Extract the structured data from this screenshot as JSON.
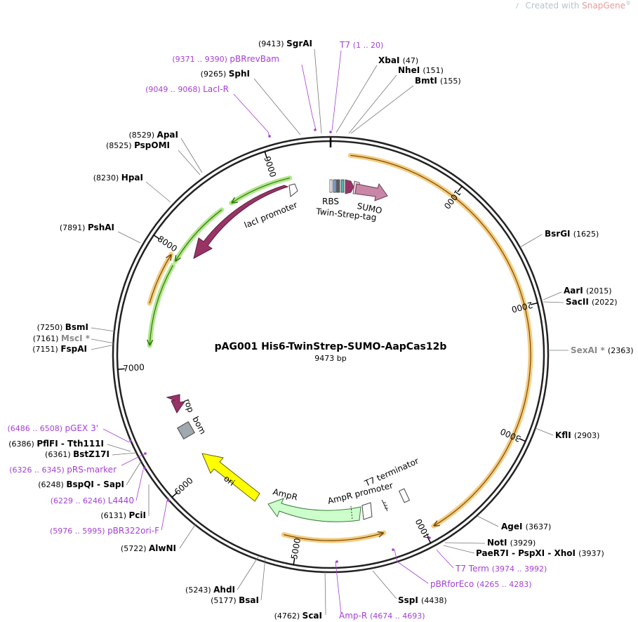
{
  "watermark": {
    "prefix": "Created with ",
    "brand": "SnapGene",
    "suffix": "®"
  },
  "plasmid": {
    "name": "pAG001 His6-TwinStrep-SUMO-AapCas12b",
    "size_label": "9473 bp",
    "length": 9473
  },
  "ticks": [
    "1000",
    "2000",
    "3000",
    "4000",
    "5000",
    "6000",
    "7000",
    "8000",
    "9000"
  ],
  "sites": [
    {
      "name": "SgrAI",
      "pos": "(9413)",
      "kind": "enzyme"
    },
    {
      "name": "XbaI",
      "pos": "(47)",
      "kind": "enzyme"
    },
    {
      "name": "NheI",
      "pos": "(151)",
      "kind": "enzyme"
    },
    {
      "name": "BmtI",
      "pos": "(155)",
      "kind": "enzyme"
    },
    {
      "name": "SphI",
      "pos": "(9265)",
      "kind": "enzyme"
    },
    {
      "name": "ApaI",
      "pos": "(8529)",
      "kind": "enzyme"
    },
    {
      "name": "PspOMI",
      "pos": "(8525)",
      "kind": "enzyme"
    },
    {
      "name": "HpaI",
      "pos": "(8230)",
      "kind": "enzyme"
    },
    {
      "name": "PshAI",
      "pos": "(7891)",
      "kind": "enzyme"
    },
    {
      "name": "BsmI",
      "pos": "(7250)",
      "kind": "enzyme"
    },
    {
      "name": "MscI *",
      "pos": "(7161)",
      "kind": "gray"
    },
    {
      "name": "FspAI",
      "pos": "(7151)",
      "kind": "enzyme"
    },
    {
      "name": "BsrGI",
      "pos": "(1625)",
      "kind": "enzyme"
    },
    {
      "name": "AarI",
      "pos": "(2015)",
      "kind": "enzyme"
    },
    {
      "name": "SacII",
      "pos": "(2022)",
      "kind": "enzyme"
    },
    {
      "name": "SexAI *",
      "pos": "(2363)",
      "kind": "gray"
    },
    {
      "name": "KflI",
      "pos": "(2903)",
      "kind": "enzyme"
    },
    {
      "name": "AgeI",
      "pos": "(3637)",
      "kind": "enzyme"
    },
    {
      "name": "NotI",
      "pos": "(3929)",
      "kind": "enzyme"
    },
    {
      "name": "PaeR7I - PspXI - XhoI",
      "pos": "(3937)",
      "kind": "enzyme"
    },
    {
      "name": "SspI",
      "pos": "(4438)",
      "kind": "enzyme"
    },
    {
      "name": "ScaI",
      "pos": "(4762)",
      "kind": "enzyme"
    },
    {
      "name": "AhdI",
      "pos": "(5243)",
      "kind": "enzyme"
    },
    {
      "name": "BsaI",
      "pos": "(5177)",
      "kind": "enzyme"
    },
    {
      "name": "AlwNI",
      "pos": "(5722)",
      "kind": "enzyme"
    },
    {
      "name": "PciI",
      "pos": "(6131)",
      "kind": "enzyme"
    },
    {
      "name": "BspQI - SapI",
      "pos": "(6248)",
      "kind": "enzyme"
    },
    {
      "name": "BstZ17I",
      "pos": "(6361)",
      "kind": "enzyme"
    },
    {
      "name": "PflFI - Tth111I",
      "pos": "(6386)",
      "kind": "enzyme"
    }
  ],
  "primers": [
    {
      "name": "T7",
      "pos": "(1 .. 20)"
    },
    {
      "name": "pBRrevBam",
      "pos": "(9371 .. 9390)"
    },
    {
      "name": "LacI-R",
      "pos": "(9049 .. 9068)"
    },
    {
      "name": "T7 Term",
      "pos": "(3974 .. 3992)"
    },
    {
      "name": "pBRforEco",
      "pos": "(4265 .. 4283)"
    },
    {
      "name": "Amp-R",
      "pos": "(4674 .. 4693)"
    },
    {
      "name": "pBR322ori-F",
      "pos": "(5976 .. 5995)"
    },
    {
      "name": "L4440",
      "pos": "(6229 .. 6246)"
    },
    {
      "name": "pRS-marker",
      "pos": "(6326 .. 6345)"
    },
    {
      "name": "pGEX 3'",
      "pos": "(6486 .. 6508)"
    }
  ],
  "features": {
    "lacI": "lacI",
    "lacI_promoter": "lacI promoter",
    "RBS": "RBS",
    "SUMO": "SUMO",
    "TwinStrep": "Twin-Strep-tag",
    "rop": "rop",
    "bom": "bom",
    "ori": "ori",
    "AmpR": "AmpR",
    "AmpR_promoter": "AmpR promoter",
    "T7_terminator": "T7 terminator"
  },
  "colors": {
    "orf": "#f2c36b",
    "orf_line": "#7a4a00",
    "green": "#a6e27a",
    "green_line": "#2a7a00",
    "primer": "#a43fd6",
    "lacI": "#993366",
    "sumo": "#c987a8",
    "ori": "#ffff00",
    "ampr": "#ccffcc",
    "bom": "#a0a8b0",
    "rop": "#993366"
  }
}
